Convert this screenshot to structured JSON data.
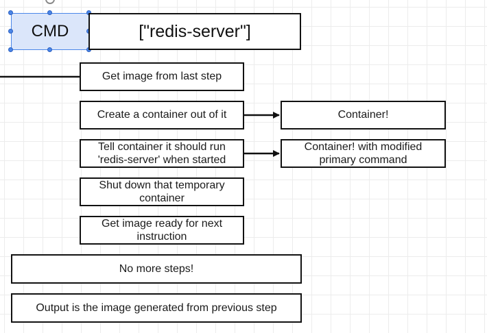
{
  "instruction": {
    "keyword": "CMD",
    "value": "[\"redis-server\"]"
  },
  "steps": [
    {
      "label": "Get image from last step"
    },
    {
      "label": "Create a container out of it"
    },
    {
      "label_line1": "Tell container it should run",
      "label_line2": "'redis-server' when started"
    },
    {
      "label_line1": "Shut down that temporary",
      "label_line2": "container"
    },
    {
      "label_line1": "Get image ready for next",
      "label_line2": "instruction"
    }
  ],
  "results": [
    {
      "label": "Container!"
    },
    {
      "label_line1": "Container! with modified",
      "label_line2": "primary command"
    }
  ],
  "final": {
    "no_more_steps": "No more steps!",
    "output": "Output is the image generated from previous step"
  },
  "colors": {
    "selection": "#4a86e8",
    "selection_fill": "#dbe6fa",
    "stroke": "#111111"
  }
}
